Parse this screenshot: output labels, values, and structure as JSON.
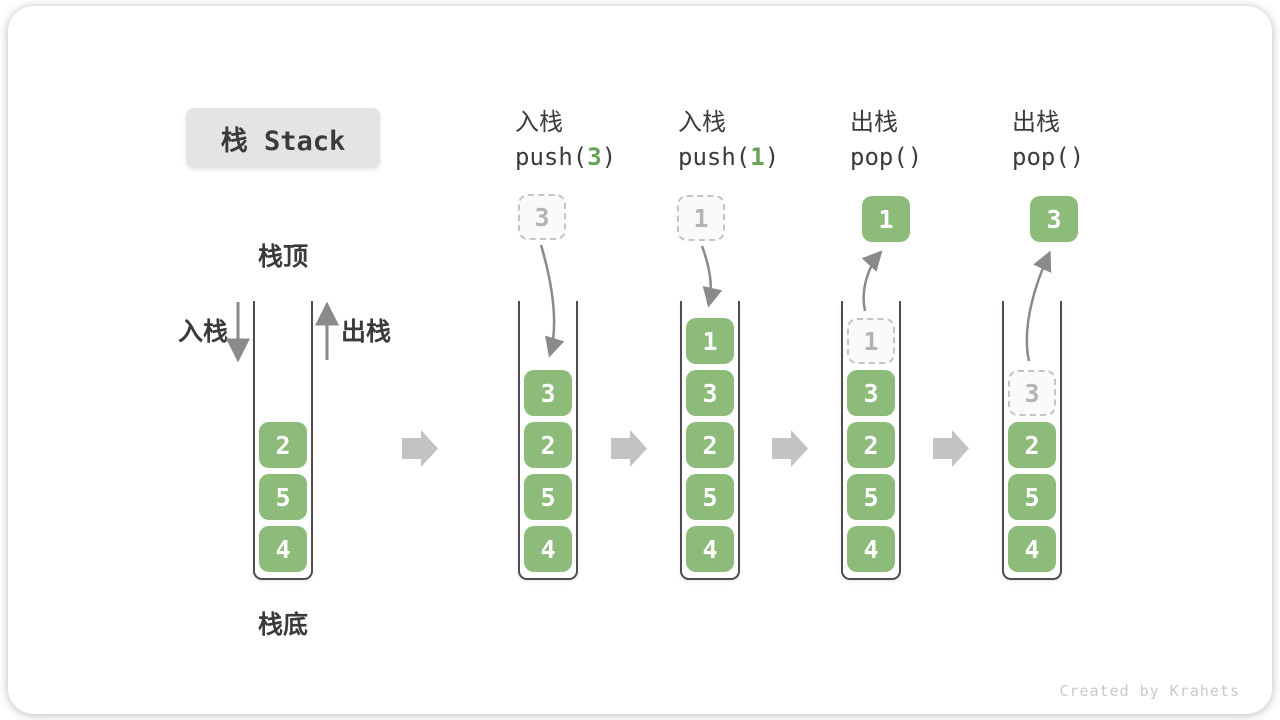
{
  "title": "栈 Stack",
  "side": {
    "top": "栈顶",
    "bottom": "栈底",
    "push": "入栈",
    "pop": "出栈"
  },
  "ops": [
    {
      "label": "入栈",
      "pre": "push(",
      "arg": "3",
      "post": ")"
    },
    {
      "label": "入栈",
      "pre": "push(",
      "arg": "1",
      "post": ")"
    },
    {
      "label": "出栈",
      "pre": "pop()",
      "arg": "",
      "post": ""
    },
    {
      "label": "出栈",
      "pre": "pop()",
      "arg": "",
      "post": ""
    }
  ],
  "floats": [
    "3",
    "1",
    "1",
    "3"
  ],
  "stacks": [
    [
      "2",
      "5",
      "4"
    ],
    [
      "3",
      "2",
      "5",
      "4"
    ],
    [
      "1",
      "3",
      "2",
      "5",
      "4"
    ],
    [
      "1",
      "3",
      "2",
      "5",
      "4"
    ],
    [
      "3",
      "2",
      "5",
      "4"
    ]
  ],
  "footer": "Created by Krahets",
  "colors": {
    "element_green": "#8CBB7A",
    "arg_green": "#67A356",
    "text_dark": "#3B3B3B",
    "ghost_border": "#C4C4C4",
    "ghost_text": "#B3B3B3",
    "flow_arrow_gray": "#8A8A8A",
    "block_arrow_gray": "#C3C3C3",
    "title_bg": "#E4E4E4",
    "footer_gray": "#C9C9C9"
  }
}
